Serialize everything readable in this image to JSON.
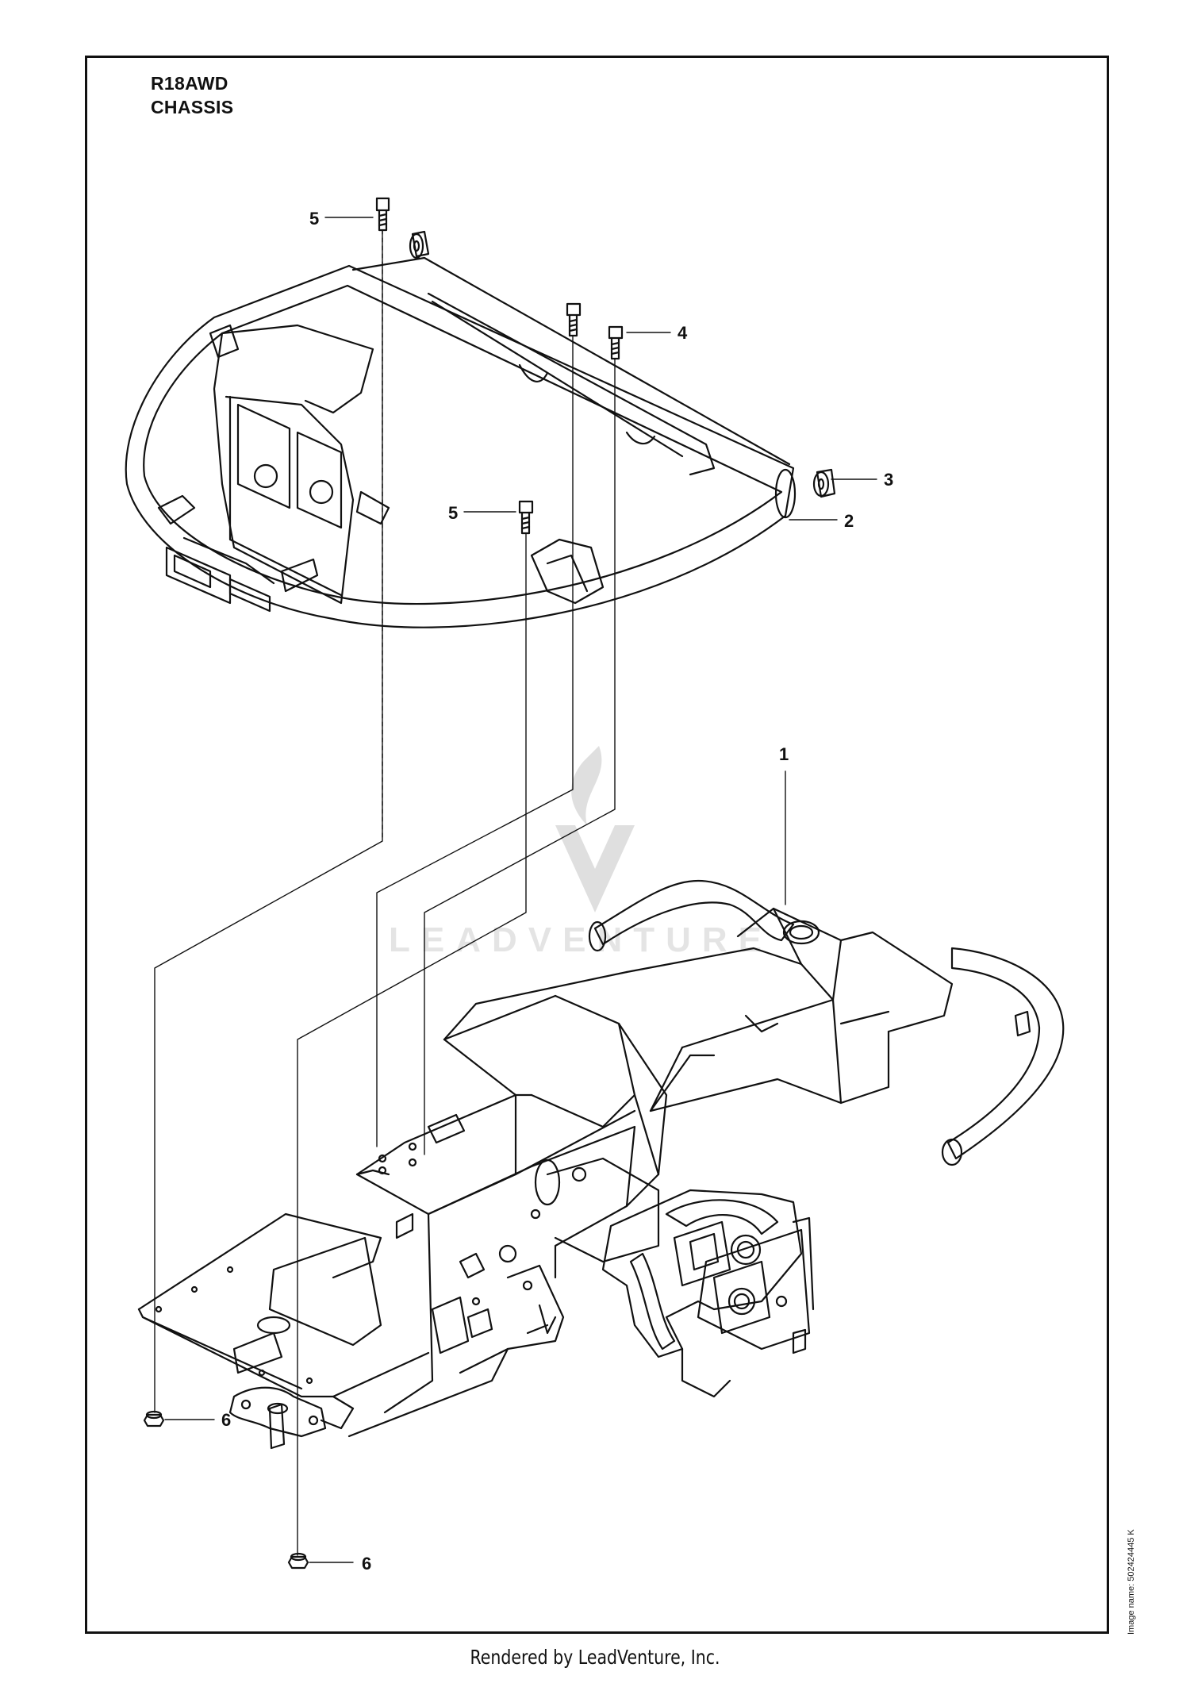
{
  "header": {
    "model": "R18AWD",
    "section": "CHASSIS"
  },
  "callouts": [
    "1",
    "2",
    "3",
    "4",
    "5",
    "5",
    "6",
    "6"
  ],
  "image_name": "Image name: 502424445 K",
  "watermark": "LEADVENTURE",
  "footer": "Rendered by LeadVenture, Inc."
}
